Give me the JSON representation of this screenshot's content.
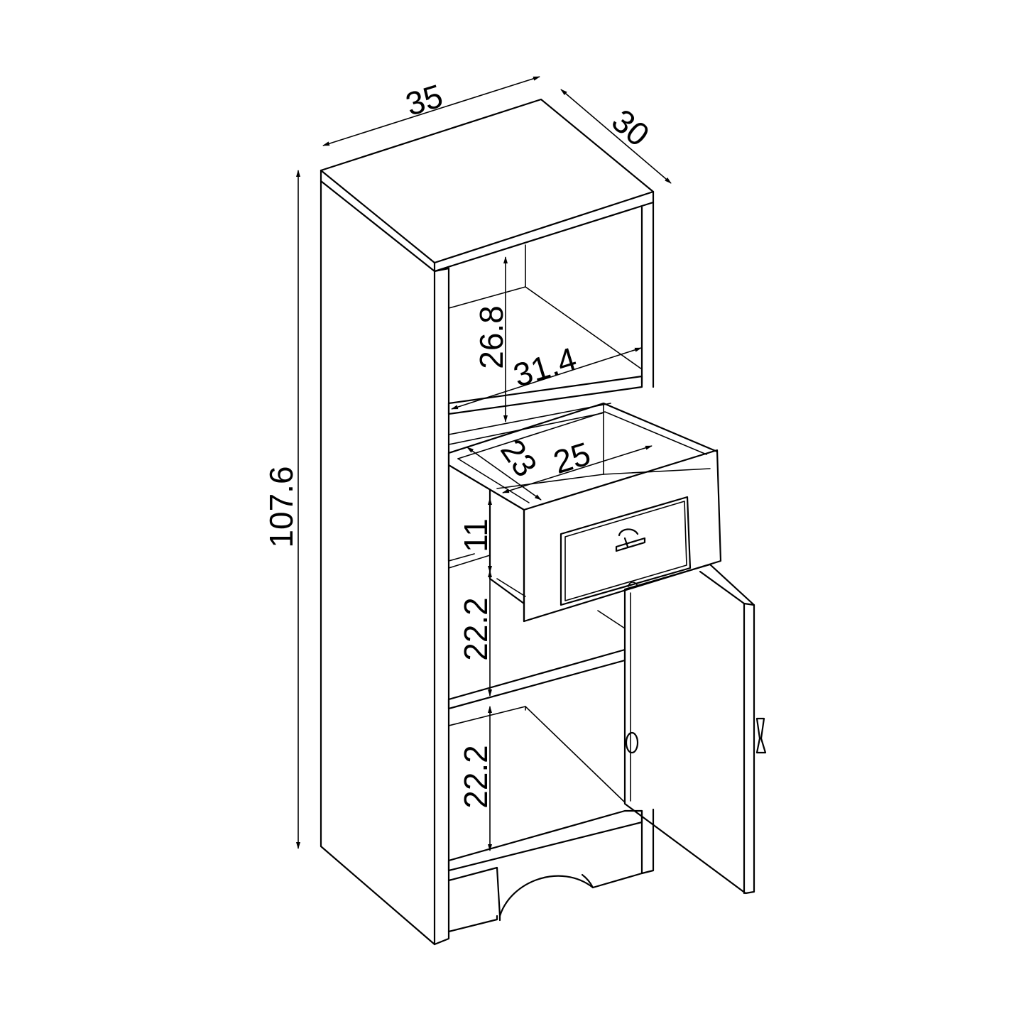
{
  "colors": {
    "line": "#000000",
    "background": "#ffffff"
  },
  "dimensions": {
    "width": "35",
    "depth": "30",
    "height": "107.6",
    "top_shelf_height": "26.8",
    "shelf_width": "31.4",
    "drawer_inner_width": "25",
    "drawer_inner_depth": "23",
    "drawer_height": "11",
    "middle_shelf_height": "22.2",
    "bottom_shelf_height": "22.2"
  }
}
